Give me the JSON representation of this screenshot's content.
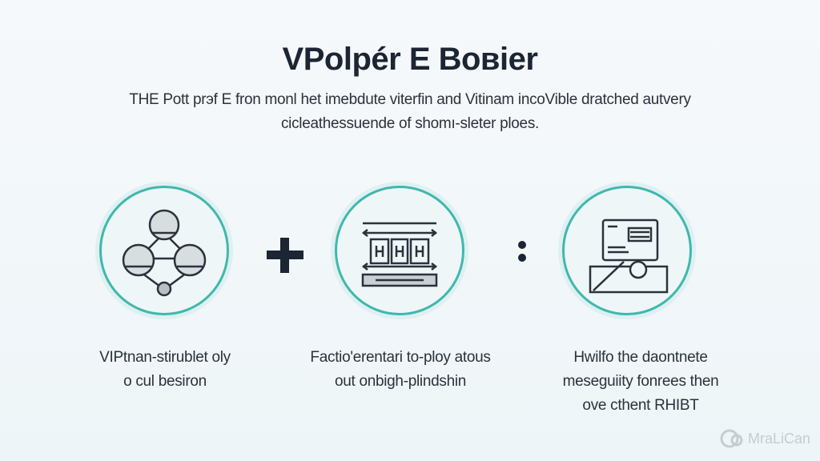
{
  "title": "VPolpér E Boвier",
  "subtitle_lines": [
    "THE Pott prэf E fron monl het imebdute viterfin and Vitinam incoVible dratched autvery",
    "cicleathessuende of shomı-sleter ploes."
  ],
  "operators": {
    "plus": "plus-icon",
    "equals": "colon-icon"
  },
  "items": [
    {
      "icon": "network-nodes-icon",
      "caption_lines": [
        "VIPtnan-stirublet oly",
        "o cul besiron"
      ]
    },
    {
      "icon": "server-rack-icon",
      "caption_lines": [
        "Factio'erentari to-ploy atous",
        "out onbigh-plindshin"
      ]
    },
    {
      "icon": "document-desk-icon",
      "caption_lines": [
        "Hwilfo the daontnete",
        "meseguiity fonrees then",
        "ove cthent RHIBT"
      ]
    }
  ],
  "watermark": "MraLiCan",
  "colors": {
    "accent": "#3fb8ad",
    "text": "#1b2533"
  }
}
